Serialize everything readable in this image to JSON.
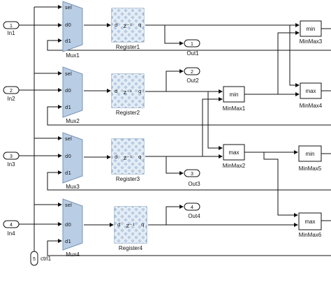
{
  "inports": [
    {
      "num": "1",
      "label": "In1"
    },
    {
      "num": "2",
      "label": "In2"
    },
    {
      "num": "3",
      "label": "In3"
    },
    {
      "num": "4",
      "label": "In4"
    },
    {
      "num": "5",
      "label": "ctrl1"
    }
  ],
  "muxes": [
    {
      "label": "Mux1",
      "ports": [
        "sel",
        "d0",
        "d1"
      ]
    },
    {
      "label": "Mux2",
      "ports": [
        "sel",
        "d0",
        "d1"
      ]
    },
    {
      "label": "Mux3",
      "ports": [
        "sel",
        "d0",
        "d1"
      ]
    },
    {
      "label": "Mux4",
      "ports": [
        "sel",
        "d0",
        "d1"
      ]
    }
  ],
  "registers": [
    {
      "label": "Register1",
      "d": "d",
      "q": "q",
      "sym": "z⁻¹"
    },
    {
      "label": "Register2",
      "d": "d",
      "q": "q",
      "sym": "z⁻¹"
    },
    {
      "label": "Register3",
      "d": "d",
      "q": "q",
      "sym": "z⁻¹"
    },
    {
      "label": "Register4",
      "d": "d",
      "q": "q",
      "sym": "z⁻¹"
    }
  ],
  "outports": [
    {
      "num": "1",
      "label": "Out1"
    },
    {
      "num": "2",
      "label": "Out2"
    },
    {
      "num": "3",
      "label": "Out3"
    },
    {
      "num": "4",
      "label": "Out4"
    }
  ],
  "minmax": [
    {
      "op": "min",
      "label": "MinMax3"
    },
    {
      "op": "max",
      "label": "MinMax4"
    },
    {
      "op": "min",
      "label": "MinMax1"
    },
    {
      "op": "max",
      "label": "MinMax2"
    },
    {
      "op": "min",
      "label": "MinMax5"
    },
    {
      "op": "max",
      "label": "MinMax6"
    }
  ]
}
